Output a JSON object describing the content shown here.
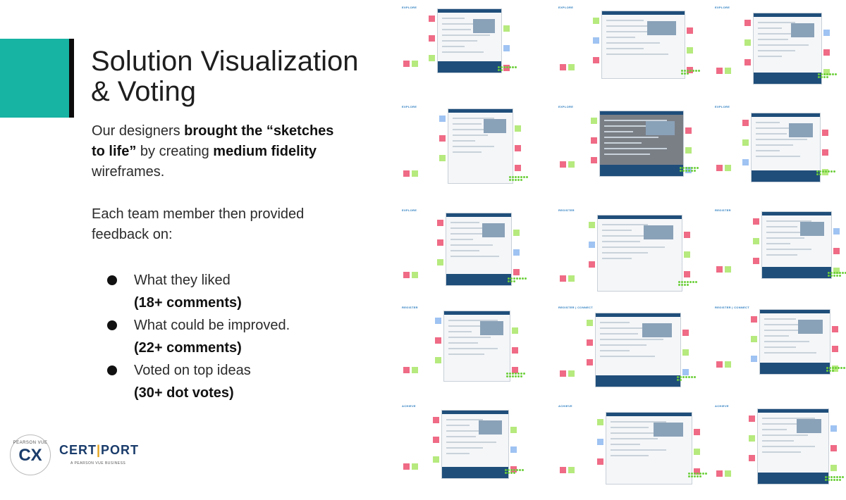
{
  "title": {
    "line1": "Solution Visualization",
    "line2": "& Voting"
  },
  "intro": {
    "part1": "Our designers ",
    "bold1": "brought the “sketches to life”",
    "part2": " by creating ",
    "bold2": "medium fidelity",
    "part3": " wireframes."
  },
  "feedback_intro": "Each team member then provided feedback on:",
  "bullets": [
    {
      "text": "What they liked",
      "sub": "(18+ comments)"
    },
    {
      "text": "What could be improved.",
      "sub": "(22+ comments)"
    },
    {
      "text": "Voted on top ideas",
      "sub": "(30+ dot votes)"
    }
  ],
  "logos": {
    "pearson_vue": "PEARSON VUE",
    "cx": "CX",
    "certiport_a": "CERT",
    "certiport_sep": "|",
    "certiport_b": "PORT",
    "certiport_tagline": "A PEARSON VUE BUSINESS"
  },
  "wireframes": [
    {
      "label": "EXPLORE"
    },
    {
      "label": "EXPLORE"
    },
    {
      "label": "EXPLORE"
    },
    {
      "label": "EXPLORE"
    },
    {
      "label": "EXPLORE"
    },
    {
      "label": "EXPLORE"
    },
    {
      "label": "EXPLORE"
    },
    {
      "label": "REGISTER"
    },
    {
      "label": "REGISTER"
    },
    {
      "label": "REGISTER"
    },
    {
      "label": "REGISTER | CONNECT"
    },
    {
      "label": "REGISTER | CONNECT"
    },
    {
      "label": "ACHIEVE"
    },
    {
      "label": "ACHIEVE"
    },
    {
      "label": "ACHIEVE"
    }
  ],
  "colors": {
    "accent_teal": "#17b3a3",
    "sticky_pink": "#ef6b86",
    "sticky_green": "#b6ea7e",
    "sticky_blue": "#9fc3f2",
    "wireframe_navy": "#1f4e7a",
    "vote_dot_green": "#6ccf3a"
  }
}
